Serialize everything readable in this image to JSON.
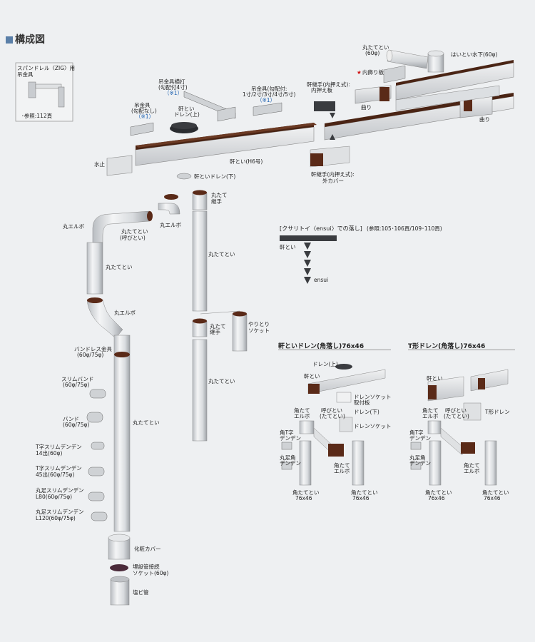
{
  "title": "構成図",
  "spandrel": {
    "title1": "スパンドレル〈ZIG〉用",
    "title2": "吊金具",
    "ref": "･参照:112頁"
  },
  "labels": {
    "tsuri_kanagu_katsuke": "吊金具横打",
    "kobai_tsuki4": "(勾配付4寸)",
    "note1a": "（※1）",
    "tsuri_kanagu": "吊金具",
    "kobai_nashi": "(勾配なし)",
    "note1b": "（※1）",
    "nokitoi_drain_up1": "軒とい",
    "nokitoi_drain_up2": "ドレン(上)",
    "tsuri_kobai_tsuki": "吊金具(勾配付:",
    "kobai_values": "1寸/2寸/3寸/4寸/5寸)",
    "note1c": "（※1）",
    "maru_tatetoi_60": "丸たてとい",
    "maru_tatetoi_60b": "(60φ)",
    "haitoi_mizushita": "はいとい水下(60φ)",
    "uchikazari_star": "★",
    "uchikazari": "内飾り板",
    "nokitsugite_uchi1": "軒継手(内押え式):",
    "nokitsugite_uchi2": "内押え板",
    "magari1": "曲り",
    "magari2": "曲り",
    "mizudome": "水止",
    "nokitoi_h6": "軒とい(H6号)",
    "nokitsugite_soto1": "軒継手(内押え式):",
    "nokitsugite_soto2": "外カバー",
    "nokitoi_drain_down": "軒といドレン(下)",
    "maru_tate_tsugite1": "丸たて",
    "maru_tate_tsugite2": "継手",
    "maru_elbow_a": "丸エルボ",
    "maru_elbow_b": "丸エルボ",
    "maru_tatetoi_yobitoi1": "丸たてとい",
    "maru_tatetoi_yobitoi2": "(呼びとい)",
    "maru_tatetoi_a": "丸たてとい",
    "maru_tatetoi_b": "丸たてとい",
    "maru_elbow_c": "丸エルボ",
    "maru_tate_tsugite3": "丸たて",
    "maru_tate_tsugite4": "継手",
    "yaritori1": "やりとり",
    "yaritori2": "ソケット",
    "maru_tatetoi_c": "丸たてとい",
    "bandless1": "バンドレス金具",
    "bandless2": "(60φ/75φ)",
    "maru_tatetoi_d": "丸たてとい",
    "slim_band1": "スリムバンド",
    "slim_band2": "(60φ/75φ)",
    "band1": "バンド",
    "band2": "(60φ/75φ)",
    "t_slim_14a": "T字スリムデンデン",
    "t_slim_14b": "14出(60φ)",
    "t_slim_45a": "T字スリムデンデン",
    "t_slim_45b": "45出(60φ/75φ)",
    "maru_slim_80a": "丸足スリムデンデン",
    "maru_slim_80b": "L80(60φ/75φ)",
    "maru_slim_120a": "丸足スリムデンデン",
    "maru_slim_120b": "L120(60φ/75φ)",
    "kesho_cover": "化粧カバー",
    "maisetsu1": "埋設管接続",
    "maisetsu2": "ソケット(60φ)",
    "enbi_kan": "塩ビ管"
  },
  "ensui": {
    "heading": "[クサリトイ〈ensui〉での落し]",
    "ref": "(参照:105･106頁/109･110頁)",
    "nokitoi": "軒とい",
    "ensui": "ensui"
  },
  "kaku_drain": {
    "heading": "軒といドレン(角落し)76x46",
    "drain_up": "ドレン(上)",
    "nokitoi": "軒とい",
    "socket_plate1": "ドレンソケット",
    "socket_plate2": "取付板",
    "drain_down": "ドレン(下)",
    "socket": "ドレンソケット",
    "kaku_elbow1": "角たて",
    "kaku_elbow2": "エルボ",
    "yobitoi1": "呼びとい",
    "yobitoi2": "(たてとい)",
    "kaku_t1": "角T字",
    "kaku_t2": "デンデン",
    "maru_ashi1": "丸足角",
    "maru_ashi2": "デンデン",
    "kaku_elbow3": "角たて",
    "kaku_elbow4": "エルボ",
    "kaku_tatetoi_a1": "角たてとい",
    "kaku_tatetoi_a2": "76x46",
    "kaku_tatetoi_b1": "角たてとい",
    "kaku_tatetoi_b2": "76x46"
  },
  "t_drain": {
    "heading": "T形ドレン(角落し)76x46",
    "nokitoi": "軒とい",
    "t_drain": "T形ドレン",
    "kaku_elbow1": "角たて",
    "kaku_elbow2": "エルボ",
    "yobitoi1": "呼びとい",
    "yobitoi2": "(たてとい)",
    "kaku_t1": "角T字",
    "kaku_t2": "デンデン",
    "maru_ashi1": "丸足角",
    "maru_ashi2": "デンデン",
    "kaku_elbow3": "角たて",
    "kaku_elbow4": "エルボ",
    "kaku_tatetoi_a1": "角たてとい",
    "kaku_tatetoi_a2": "76x46",
    "kaku_tatetoi_b1": "角たてとい",
    "kaku_tatetoi_b2": "76x46"
  },
  "colors": {
    "pipe_light": "#e6e8ea",
    "pipe_dark": "#a9adb2",
    "gutter_brown": "#5a2a18",
    "arrow_dark": "#3a3c40",
    "accent_blue": "#5a7fa8"
  }
}
